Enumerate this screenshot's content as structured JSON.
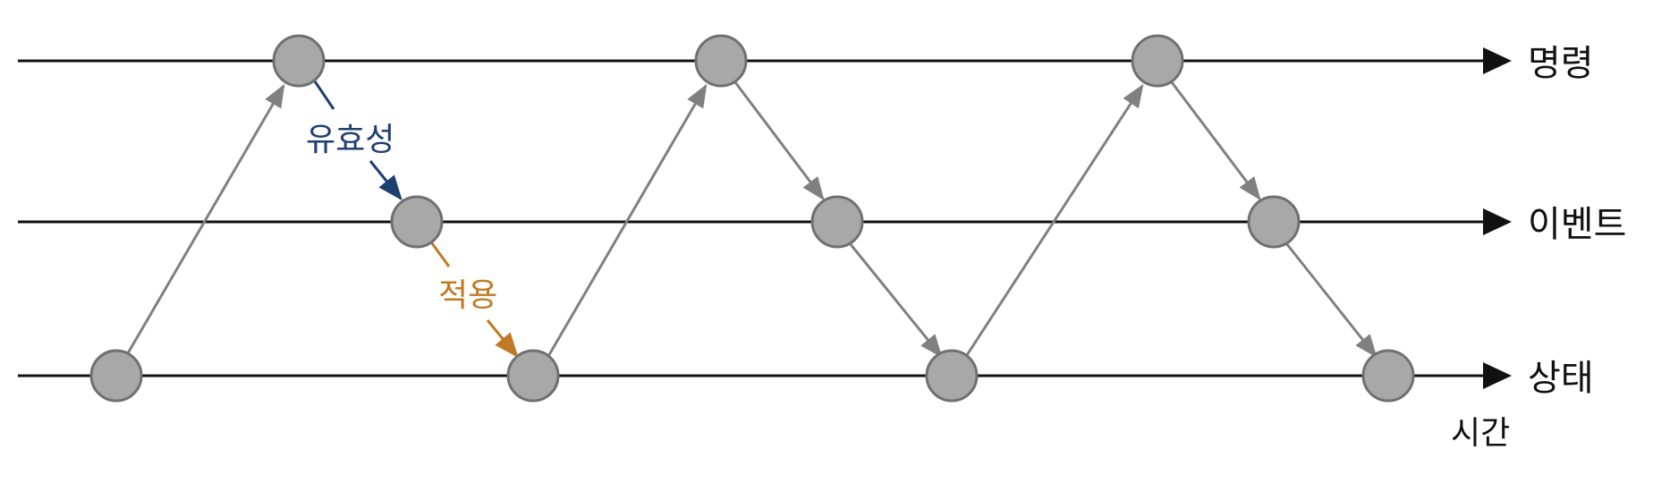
{
  "lanes": {
    "command": "명령",
    "event": "이벤트",
    "state": "상태"
  },
  "axis": {
    "time": "시간"
  },
  "steps": {
    "validate": "유효성",
    "apply": "적용"
  },
  "colors": {
    "line": "#111111",
    "node_fill": "#a8a8a8",
    "node_stroke": "#707070",
    "arrow_gray": "#808080",
    "validate": "#1f3f73",
    "apply": "#c07a24"
  }
}
